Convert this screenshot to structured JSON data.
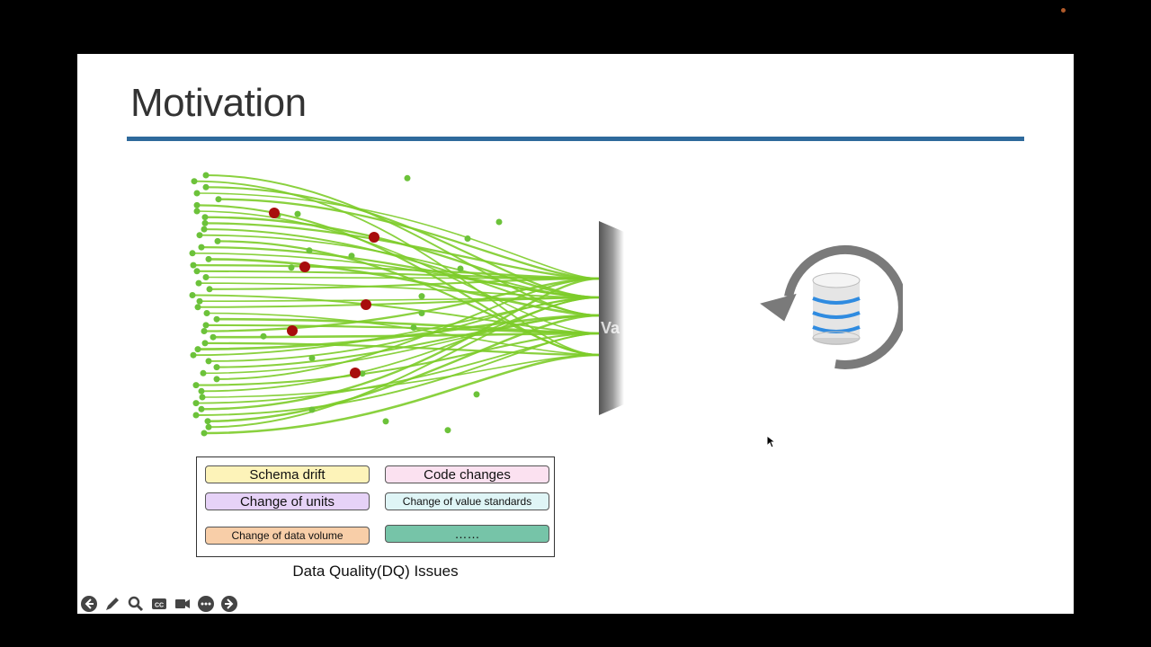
{
  "slide": {
    "title": "Motivation",
    "wall_label": "Va",
    "legend": {
      "items": [
        {
          "label": "Schema drift",
          "color": "#fdf3b9"
        },
        {
          "label": "Code changes",
          "color": "#fbe1f0"
        },
        {
          "label": "Change of units",
          "color": "#e6d2f7"
        },
        {
          "label": "Change of value standards",
          "color": "#dff5f6"
        },
        {
          "label": "Change of  data volume",
          "color": "#f8cea8"
        },
        {
          "label": "……",
          "color": "#76c4a8"
        }
      ],
      "caption": "Data Quality(DQ) Issues"
    },
    "colors": {
      "accent_rule": "#2f6a9c",
      "flow_lines": "#7dcc2a",
      "error_dots": "#a80d0d",
      "refresh_arrow": "#7a7a7a",
      "database_stripes": "#2f8be0"
    }
  },
  "toolbar": {
    "buttons": [
      "back-icon",
      "pen-icon",
      "zoom-icon",
      "captions-icon",
      "camera-icon",
      "more-icon",
      "forward-icon"
    ]
  }
}
